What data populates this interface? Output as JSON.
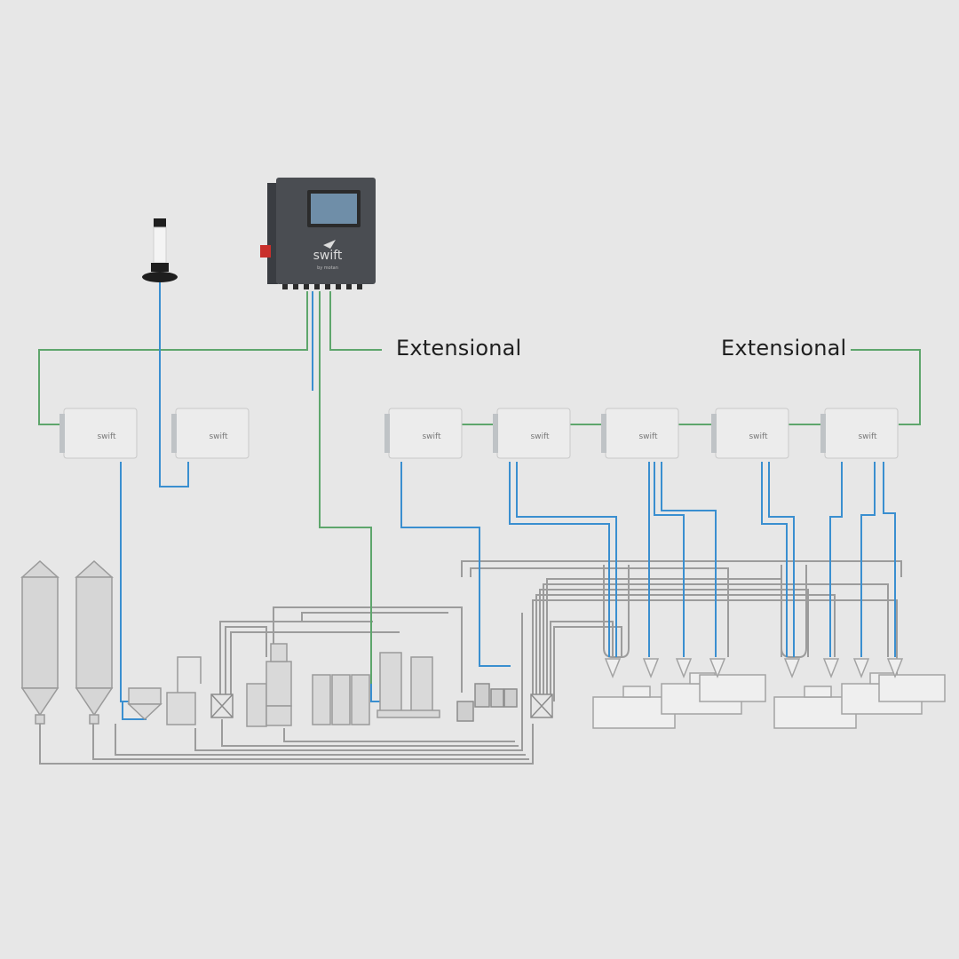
{
  "labels": {
    "extension_left": "Extensional",
    "extension_right": "Extensional"
  },
  "controller": {
    "brand": "swift",
    "brand_sub": "by motan"
  },
  "io_module_brand": "swift",
  "colors": {
    "background": "#e7e7e7",
    "signal_line": "#3a8fd0",
    "bus_line": "#5ea66c",
    "pipe_line": "#9a9a9a",
    "controller_body": "#4a4d52",
    "module_body": "#ececec"
  },
  "icons": {
    "controller": "control-cabinet-icon",
    "beacon": "signal-tower-icon",
    "io_module": "io-module-icon",
    "silo": "silo-icon",
    "dryer": "dryer-icon",
    "machine": "injection-molding-machine-icon"
  }
}
